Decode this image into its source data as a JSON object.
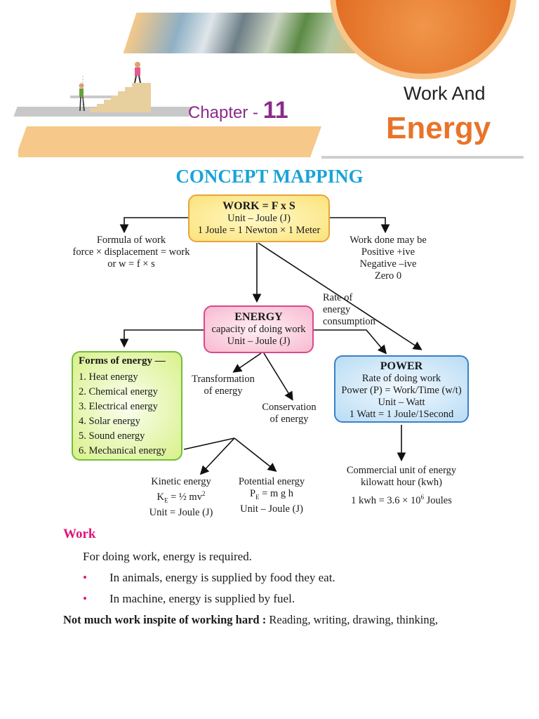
{
  "header": {
    "chapter_label": "Chapter -",
    "chapter_number": "11",
    "title_line1": "Work And",
    "title_line2": "Energy"
  },
  "heading": "CONCEPT MAPPING",
  "work_box": {
    "title": "WORK = F x S",
    "line1": "Unit – Joule (J)",
    "line2": "1 Joule = 1 Newton × 1 Meter"
  },
  "formula_note": {
    "line1": "Formula of work",
    "line2": "force × displacement = work",
    "line3": "or w = f × s"
  },
  "work_done_note": {
    "line1": "Work done may be",
    "line2": "Positive +ive",
    "line3": "Negative –ive",
    "line4": "Zero 0"
  },
  "energy_box": {
    "title": "ENERGY",
    "line1": "capacity of doing work",
    "line2": "Unit – Joule (J)"
  },
  "rate_note": {
    "line1": "Rate of",
    "line2": "energy",
    "line3": "consumption"
  },
  "forms_box": {
    "title": "Forms of energy —",
    "items": [
      "1. Heat energy",
      "2. Chemical energy",
      "3. Electrical energy",
      "4. Solar energy",
      "5. Sound energy",
      "6. Mechanical energy"
    ]
  },
  "transformation_note": {
    "line1": "Transformation",
    "line2": "of energy"
  },
  "conservation_note": {
    "line1": "Conservation",
    "line2": "of energy"
  },
  "power_box": {
    "title": "POWER",
    "line1": "Rate of doing work",
    "line2": "Power (P) = Work/Time (w/t)",
    "line3": "Unit – Watt",
    "line4": "1 Watt = 1 Joule/1Second"
  },
  "kinetic_note": {
    "title": "Kinetic energy",
    "formula_a": "K",
    "formula_sub": "E",
    "formula_b": " = ½ mv",
    "formula_sup": "2",
    "unit": "Unit = Joule (J)"
  },
  "potential_note": {
    "title": "Potential energy",
    "formula_a": "P",
    "formula_sub": "E",
    "formula_b": " = m g h",
    "unit": "Unit – Joule (J)"
  },
  "commercial_note": {
    "line1": "Commercial unit of energy",
    "line2": "kilowatt hour (kwh)",
    "line3a": "1 kwh = 3.6 × 10",
    "line3sup": "6",
    "line3b": " Joules"
  },
  "body": {
    "section_title": "Work",
    "intro": "For doing work, energy is required.",
    "bullets": [
      "In animals, energy is supplied by food they eat.",
      "In machine, energy is supplied by fuel."
    ],
    "bullet_symbol": "•",
    "last_bold": "Not much work inspite of working hard :",
    "last_text": " Reading, writing, drawing, thinking,"
  },
  "colors": {
    "heading": "#1aa3d8",
    "accent_pink": "#e0127a",
    "chapter_purple": "#8a2b8a",
    "energy_orange": "#e8742a"
  }
}
